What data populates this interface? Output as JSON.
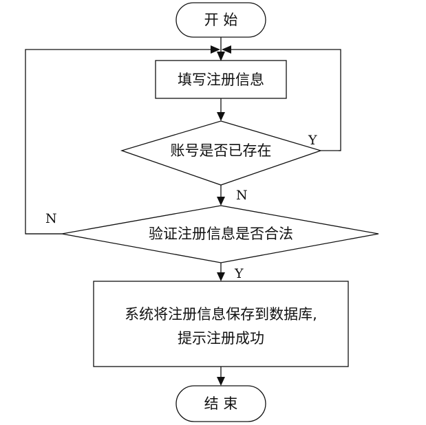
{
  "nodes": {
    "start": "开 始",
    "fill_info": "填写注册信息",
    "account_exists": "账号是否已存在",
    "validate": "验证注册信息是否合法",
    "save_line1": "系统将注册信息保存到数据库,",
    "save_line2": "提示注册成功",
    "end": "结 束"
  },
  "edge_labels": {
    "exists_yes": "Y",
    "exists_no": "N",
    "valid_no": "N",
    "valid_yes": "Y"
  }
}
